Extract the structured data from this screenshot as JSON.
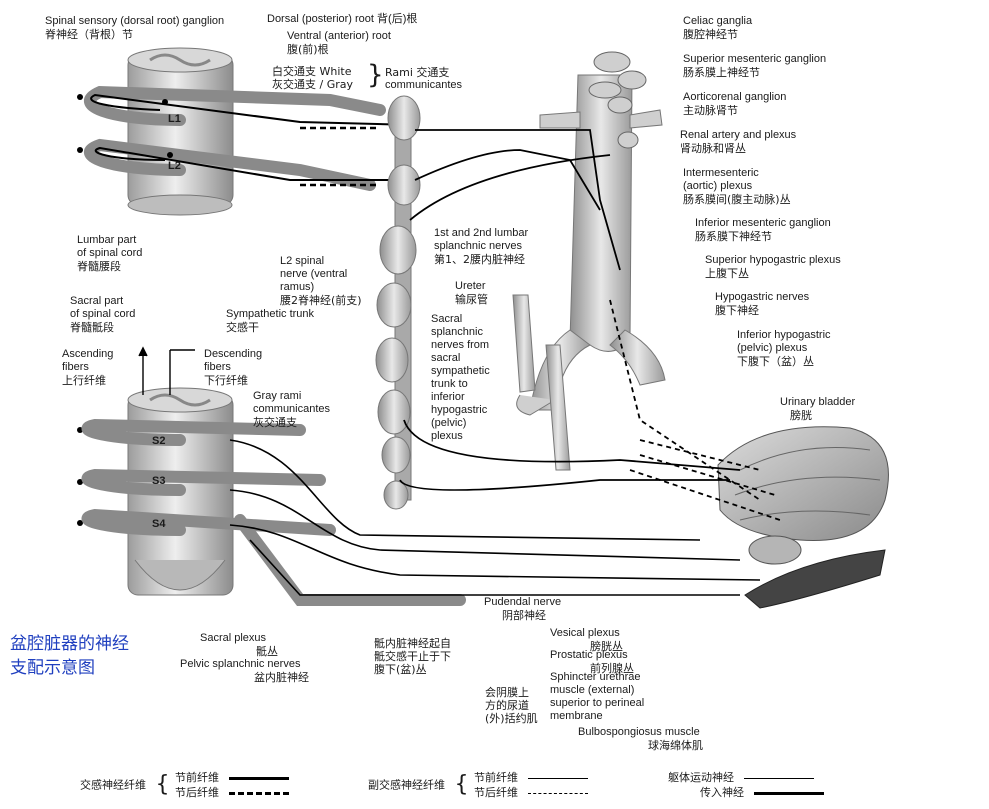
{
  "labels": {
    "spinal_ganglion": {
      "en": "Spinal sensory (dorsal root) ganglion",
      "cn": "脊神经（背根）节"
    },
    "dorsal_root": {
      "en": "Dorsal (posterior) root 背(后)根",
      "cn": ""
    },
    "ventral_root": {
      "en": "Ventral (anterior) root",
      "cn": "腹(前)根"
    },
    "white_rami": {
      "en": "白交通支 White",
      "cn": "灰交通支 / Gray"
    },
    "rami": {
      "en": "Rami   交通支",
      "cn": "communicantes"
    },
    "celiac": {
      "en": "Celiac ganglia",
      "cn": "腹腔神经节"
    },
    "sup_mes": {
      "en": "Superior mesenteric ganglion",
      "cn": "肠系膜上神经节"
    },
    "aortico": {
      "en": "Aorticorenal ganglion",
      "cn": "主动脉肾节"
    },
    "renal": {
      "en": "Renal artery and plexus",
      "cn": "肾动脉和肾丛"
    },
    "intermes": {
      "en": "Intermesenteric",
      "en2": "(aortic) plexus",
      "cn": "肠系膜间(腹主动脉)丛"
    },
    "inf_mes": {
      "en": "Inferior mesenteric ganglion",
      "cn": "肠系膜下神经节"
    },
    "sup_hypo": {
      "en": "Superior hypogastric plexus",
      "cn": "上腹下丛"
    },
    "hypo_nerves": {
      "en": "Hypogastric nerves",
      "cn": "腹下神经"
    },
    "inf_hypo": {
      "en": "Inferior hypogastric",
      "en2": "(pelvic) plexus",
      "cn": "下腹下（盆）丛"
    },
    "bladder": {
      "en": "Urinary bladder",
      "cn": "膀胱"
    },
    "lumbar_cord": {
      "en": "Lumbar part",
      "en2": "of spinal cord",
      "cn": "脊髓腰段"
    },
    "l2_nerve": {
      "en": "L2 spinal",
      "en2": "nerve (ventral",
      "en3": "ramus)",
      "cn": "腰2脊神经(前支)"
    },
    "splanchnic_lumbar": {
      "en": "1st and 2nd lumbar",
      "en2": "splanchnic nerves",
      "cn": "第1、2腰内脏神经"
    },
    "sympathetic_trunk": {
      "en": "Sympathetic trunk",
      "cn": "交感干"
    },
    "ureter": {
      "en": "Ureter",
      "cn": "输尿管"
    },
    "sacral_cord": {
      "en": "Sacral part",
      "en2": "of spinal cord",
      "cn": "脊髓骶段"
    },
    "ascending": {
      "en": "Ascending",
      "en2": "fibers",
      "cn": "上行纤维"
    },
    "descending": {
      "en": "Descending",
      "en2": "fibers",
      "cn": "下行纤维"
    },
    "gray_rami": {
      "en": "Gray rami",
      "en2": "communicantes",
      "cn": "灰交通支"
    },
    "sacral_splanchnic": {
      "en": "Sacral",
      "en2": "splanchnic",
      "en3": "nerves from",
      "en4": "sacral",
      "en5": "sympathetic",
      "en6": "trunk to",
      "en7": "inferior",
      "en8": "hypogastric",
      "en9": "(pelvic)",
      "en10": "plexus"
    },
    "pudendal": {
      "en": "Pudendal nerve",
      "cn": "阴部神经"
    },
    "vesical": {
      "en": "Vesical plexus",
      "cn": "膀胱丛"
    },
    "prostatic": {
      "en": "Prostatic plexus",
      "cn": "前列腺丛"
    },
    "sphincter": {
      "en": "Sphincter urethrae",
      "en2": "muscle (external)",
      "en3": "superior to perineal",
      "en4": "membrane"
    },
    "sphincter_cn": {
      "l1": "会阴膜上",
      "l2": "方的尿道",
      "l3": "(外)括约肌"
    },
    "bulbo": {
      "en": "Bulbospongiosus muscle",
      "cn": "球海绵体肌"
    },
    "sacral_plexus": {
      "en": "Sacral plexus",
      "cn": "骶丛"
    },
    "pelvic_splanchnic": {
      "en": "Pelvic splanchnic nerves",
      "cn": "盆内脏神经"
    },
    "sacral_from_cn": {
      "l1": "骶内脏神经起自",
      "l2": "骶交感干止于下",
      "l3": "腹下(盆)丛"
    }
  },
  "segments": {
    "l1": "L1",
    "l2": "L2",
    "s2": "S2",
    "s3": "S3",
    "s4": "S4"
  },
  "caption": "盆腔脏器的神经支配示意图",
  "legend": {
    "sympathetic": "交感神经纤维",
    "parasympathetic": "副交感神经纤维",
    "pre": "节前纤维",
    "post": "节后纤维",
    "somatic_motor": "躯体运动神经",
    "afferent": "传入神经"
  }
}
